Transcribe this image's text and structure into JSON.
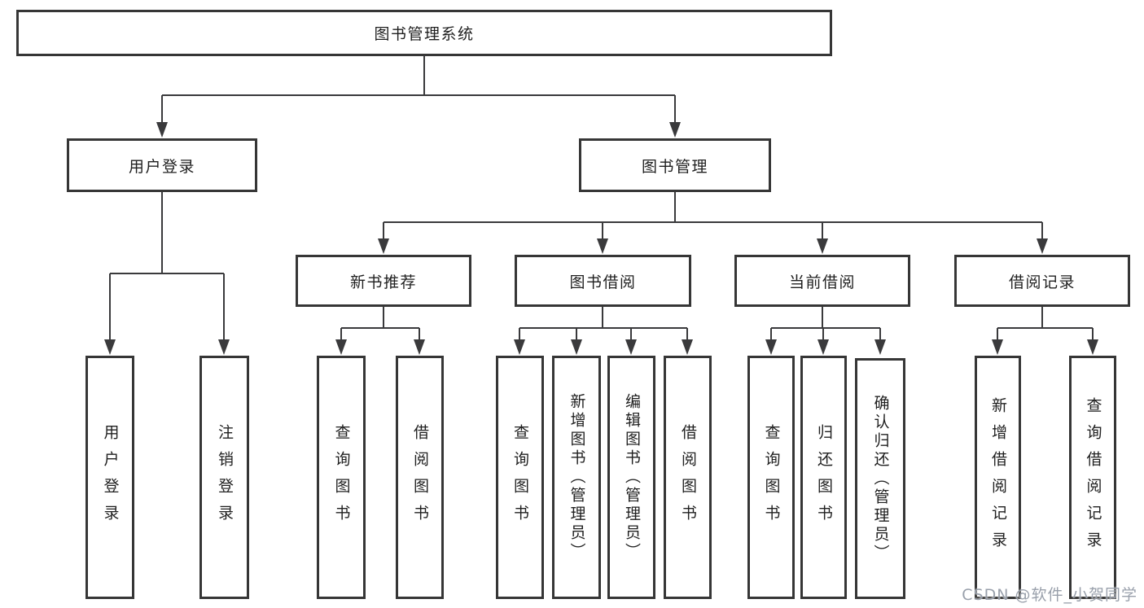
{
  "root": {
    "label": "图书管理系统"
  },
  "login_branch": {
    "label": "用户登录",
    "children": [
      {
        "label": "用户登录"
      },
      {
        "label": "注销登录"
      }
    ]
  },
  "mgmt_branch": {
    "label": "图书管理",
    "groups": [
      {
        "label": "新书推荐",
        "children": [
          {
            "label": "查询图书"
          },
          {
            "label": "借阅图书"
          }
        ]
      },
      {
        "label": "图书借阅",
        "children": [
          {
            "label": "查询图书"
          },
          {
            "label": "新增图书（管理员）"
          },
          {
            "label": "编辑图书（管理员）"
          },
          {
            "label": "借阅图书"
          }
        ]
      },
      {
        "label": "当前借阅",
        "children": [
          {
            "label": "查询图书"
          },
          {
            "label": "归还图书"
          },
          {
            "label": "确认归还（管理员）"
          }
        ]
      },
      {
        "label": "借阅记录",
        "children": [
          {
            "label": "新增借阅记录"
          },
          {
            "label": "查询借阅记录"
          }
        ]
      }
    ]
  },
  "watermark": "CSDN @软件_小贺同学",
  "colors": {
    "line": "#3a3a3c",
    "box_border": "#363636",
    "text": "#1f1f1f",
    "watermark": "#949ba6"
  }
}
